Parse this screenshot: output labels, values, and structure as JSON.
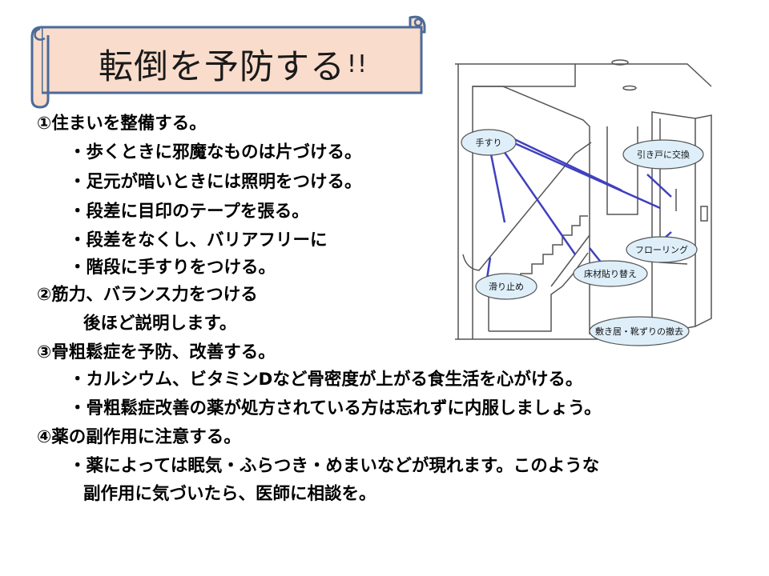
{
  "slide": {
    "title": "転倒を予防する",
    "title_suffix": "!!"
  },
  "illustration": {
    "labels": {
      "handrail": "手すり",
      "sliding_door": "引き戸に交換",
      "flooring": "フローリング",
      "floor_material": "床材貼り替え",
      "anti_slip": "滑り止め",
      "threshold": "敷き居・靴ずりの撤去"
    }
  },
  "content": {
    "lines": [
      "①住まいを整備する。",
      "・歩くときに邪魔なものは片づける。",
      "・足元が暗いときには照明をつける。",
      "・段差に目印のテープを張る。",
      "・段差をなくし、バリアフリーに",
      "・階段に手すりをつける。",
      "②筋力、バランス力をつける",
      "後ほど説明します。",
      "③骨粗鬆症を予防、改善する。",
      "・カルシウム、ビタミンDなど骨密度が上がる食生活を心がける。",
      "・骨粗鬆症改善の薬が処方されている方は忘れずに内服しましょう。",
      "④薬の副作用に注意する。",
      "・薬によっては眠気・ふらつき・めまいなどが現れます。このような",
      "副作用に気づいたら、医師に相談を。"
    ]
  },
  "colors": {
    "scroll_fill": "#f9dccb",
    "scroll_border": "#4a6a9a",
    "label_fill": "#dfeffa",
    "pointer_line": "#4040c0"
  }
}
